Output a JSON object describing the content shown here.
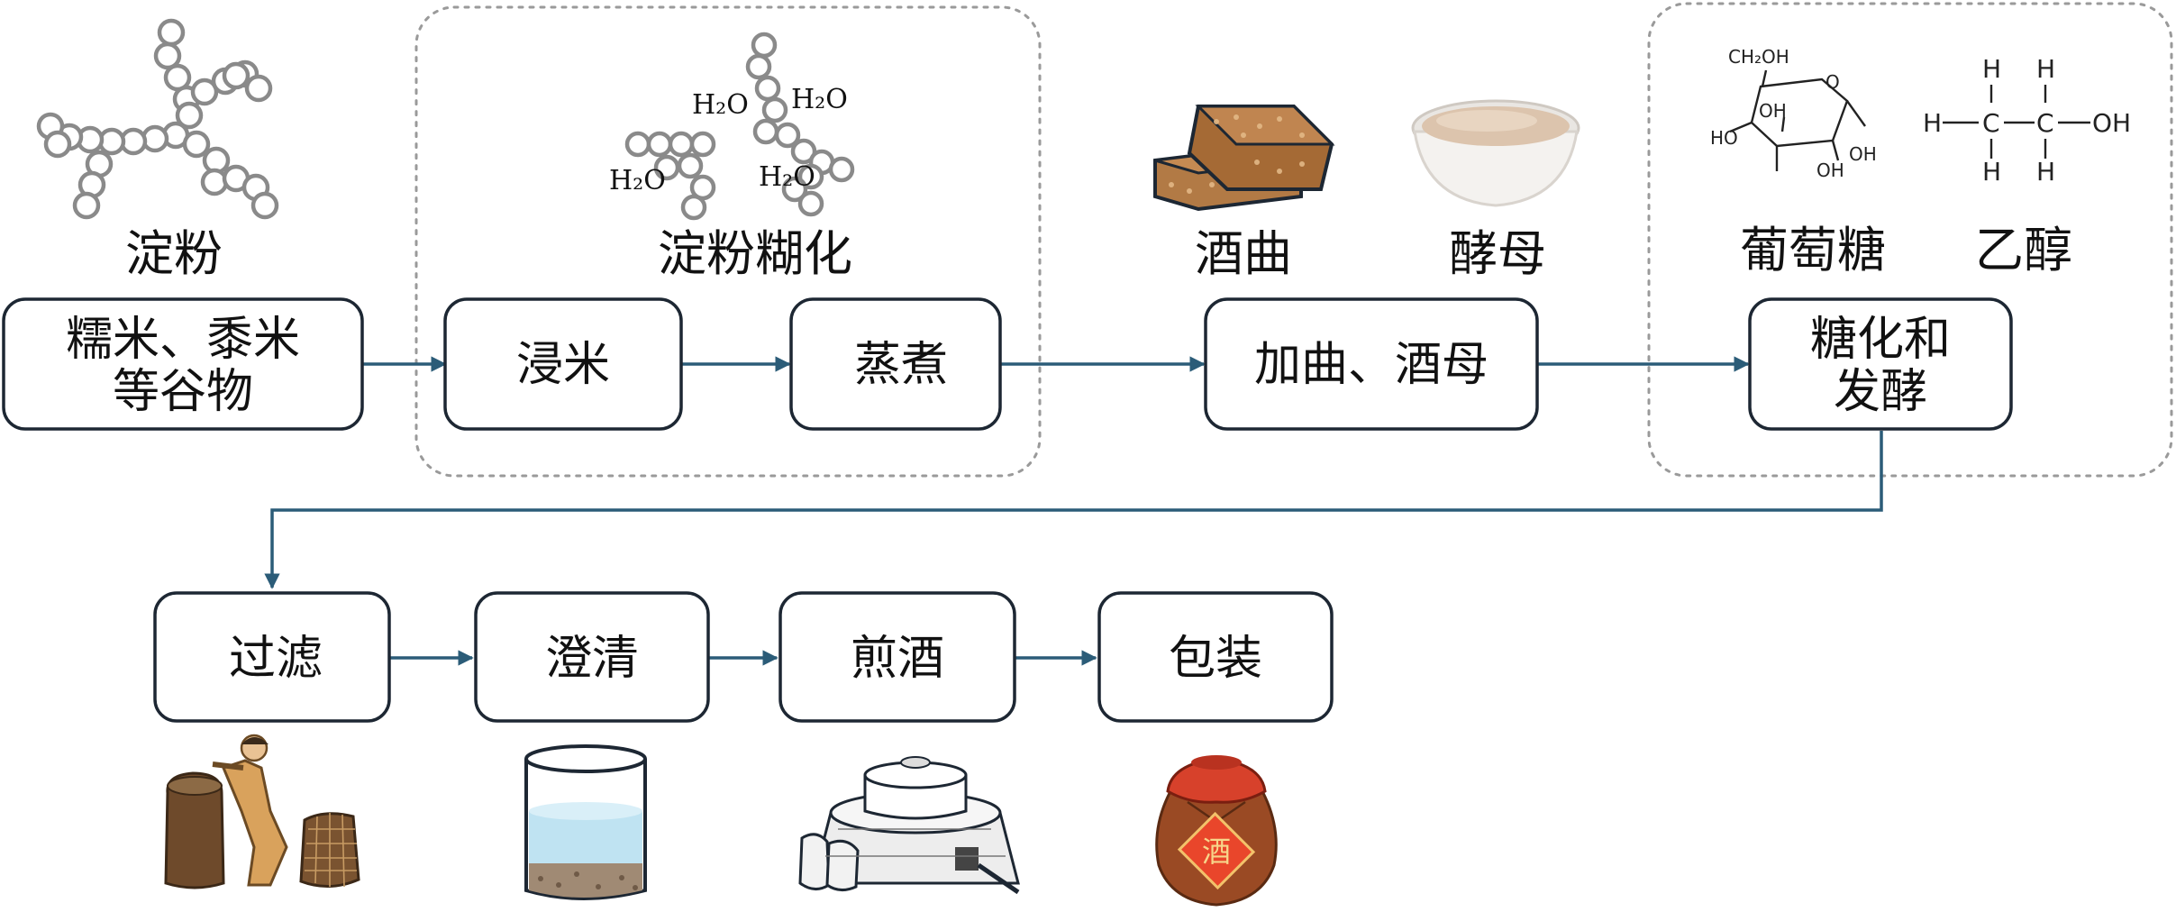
{
  "process": {
    "raw_material": "糯米、黍米\n等谷物",
    "soak": "浸米",
    "steam": "蒸煮",
    "add_starter": "加曲、酒母",
    "ferment": "糖化和\n发酵",
    "filter": "过滤",
    "clarify": "澄清",
    "boil": "煎酒",
    "package": "包装"
  },
  "labels": {
    "starch": "淀粉",
    "gelatinization": "淀粉糊化",
    "qu": "酒曲",
    "yeast": "酵母",
    "glucose": "葡萄糖",
    "ethanol": "乙醇",
    "jar_char": "酒"
  },
  "chemistry": {
    "water": "H₂O",
    "ch2oh": "CH₂OH",
    "oh": "OH",
    "ho": "HO",
    "ring_o": "O",
    "h": "H",
    "c": "C",
    "ethanol_oh": "OH"
  },
  "colors": {
    "box_border": "#1d2733",
    "arrow": "#2b5c78",
    "group_border": "#9a9a9a",
    "bead": "#8a8a8a"
  }
}
